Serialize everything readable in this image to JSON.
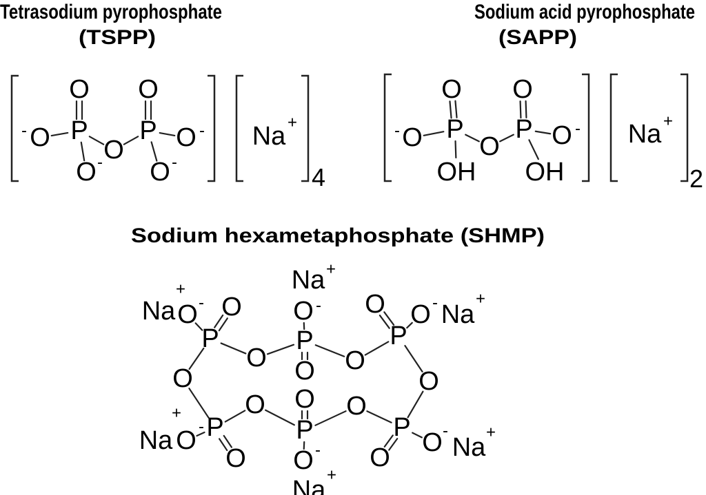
{
  "titles": {
    "tspp_line1": "Tetrasodium pyrophosphate",
    "tspp_line2": "(TSPP)",
    "sapp_line1": "Sodium acid pyrophosphate",
    "sapp_line2": "(SAPP)",
    "shmp": "Sodium hexametaphosphate (SHMP)"
  },
  "labels": {
    "O": "O",
    "P": "P",
    "Na": "Na",
    "OH": "OH"
  },
  "charges": {
    "plus": "+",
    "minus": "-"
  },
  "subscripts": {
    "tspp_na_count": "4",
    "sapp_na_count": "2"
  }
}
